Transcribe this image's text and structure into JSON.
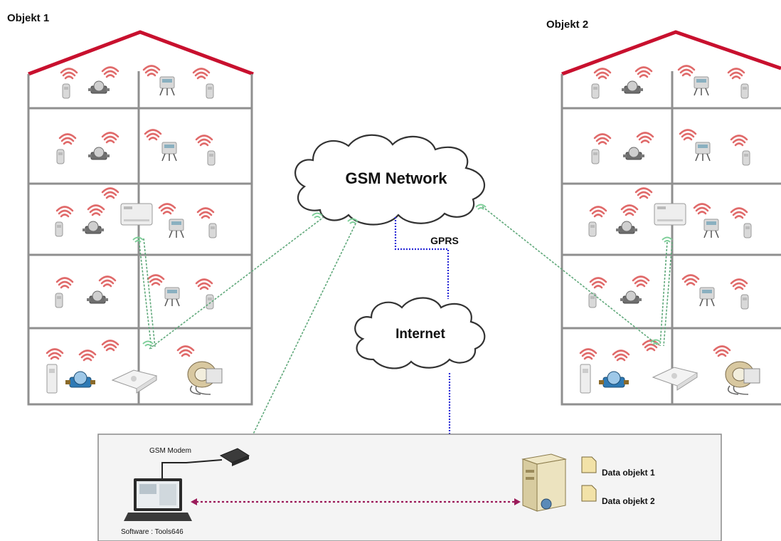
{
  "labels": {
    "objekt1": "Objekt 1",
    "objekt2": "Objekt 2",
    "gsm_network": "GSM Network",
    "gprs": "GPRS",
    "internet": "Internet",
    "gsm_modem": "GSM Modem",
    "software": "Software : Tools646",
    "data_objekt1": "Data objekt 1",
    "data_objekt2": "Data objekt 2"
  },
  "colors": {
    "roof": "#c8102e",
    "walls": "#8f8f8f",
    "radio_waves": "#e06a6a",
    "gsm_link": "#5fa87a",
    "internet_link": "#2a2ad6",
    "local_link": "#9b1b5a"
  }
}
